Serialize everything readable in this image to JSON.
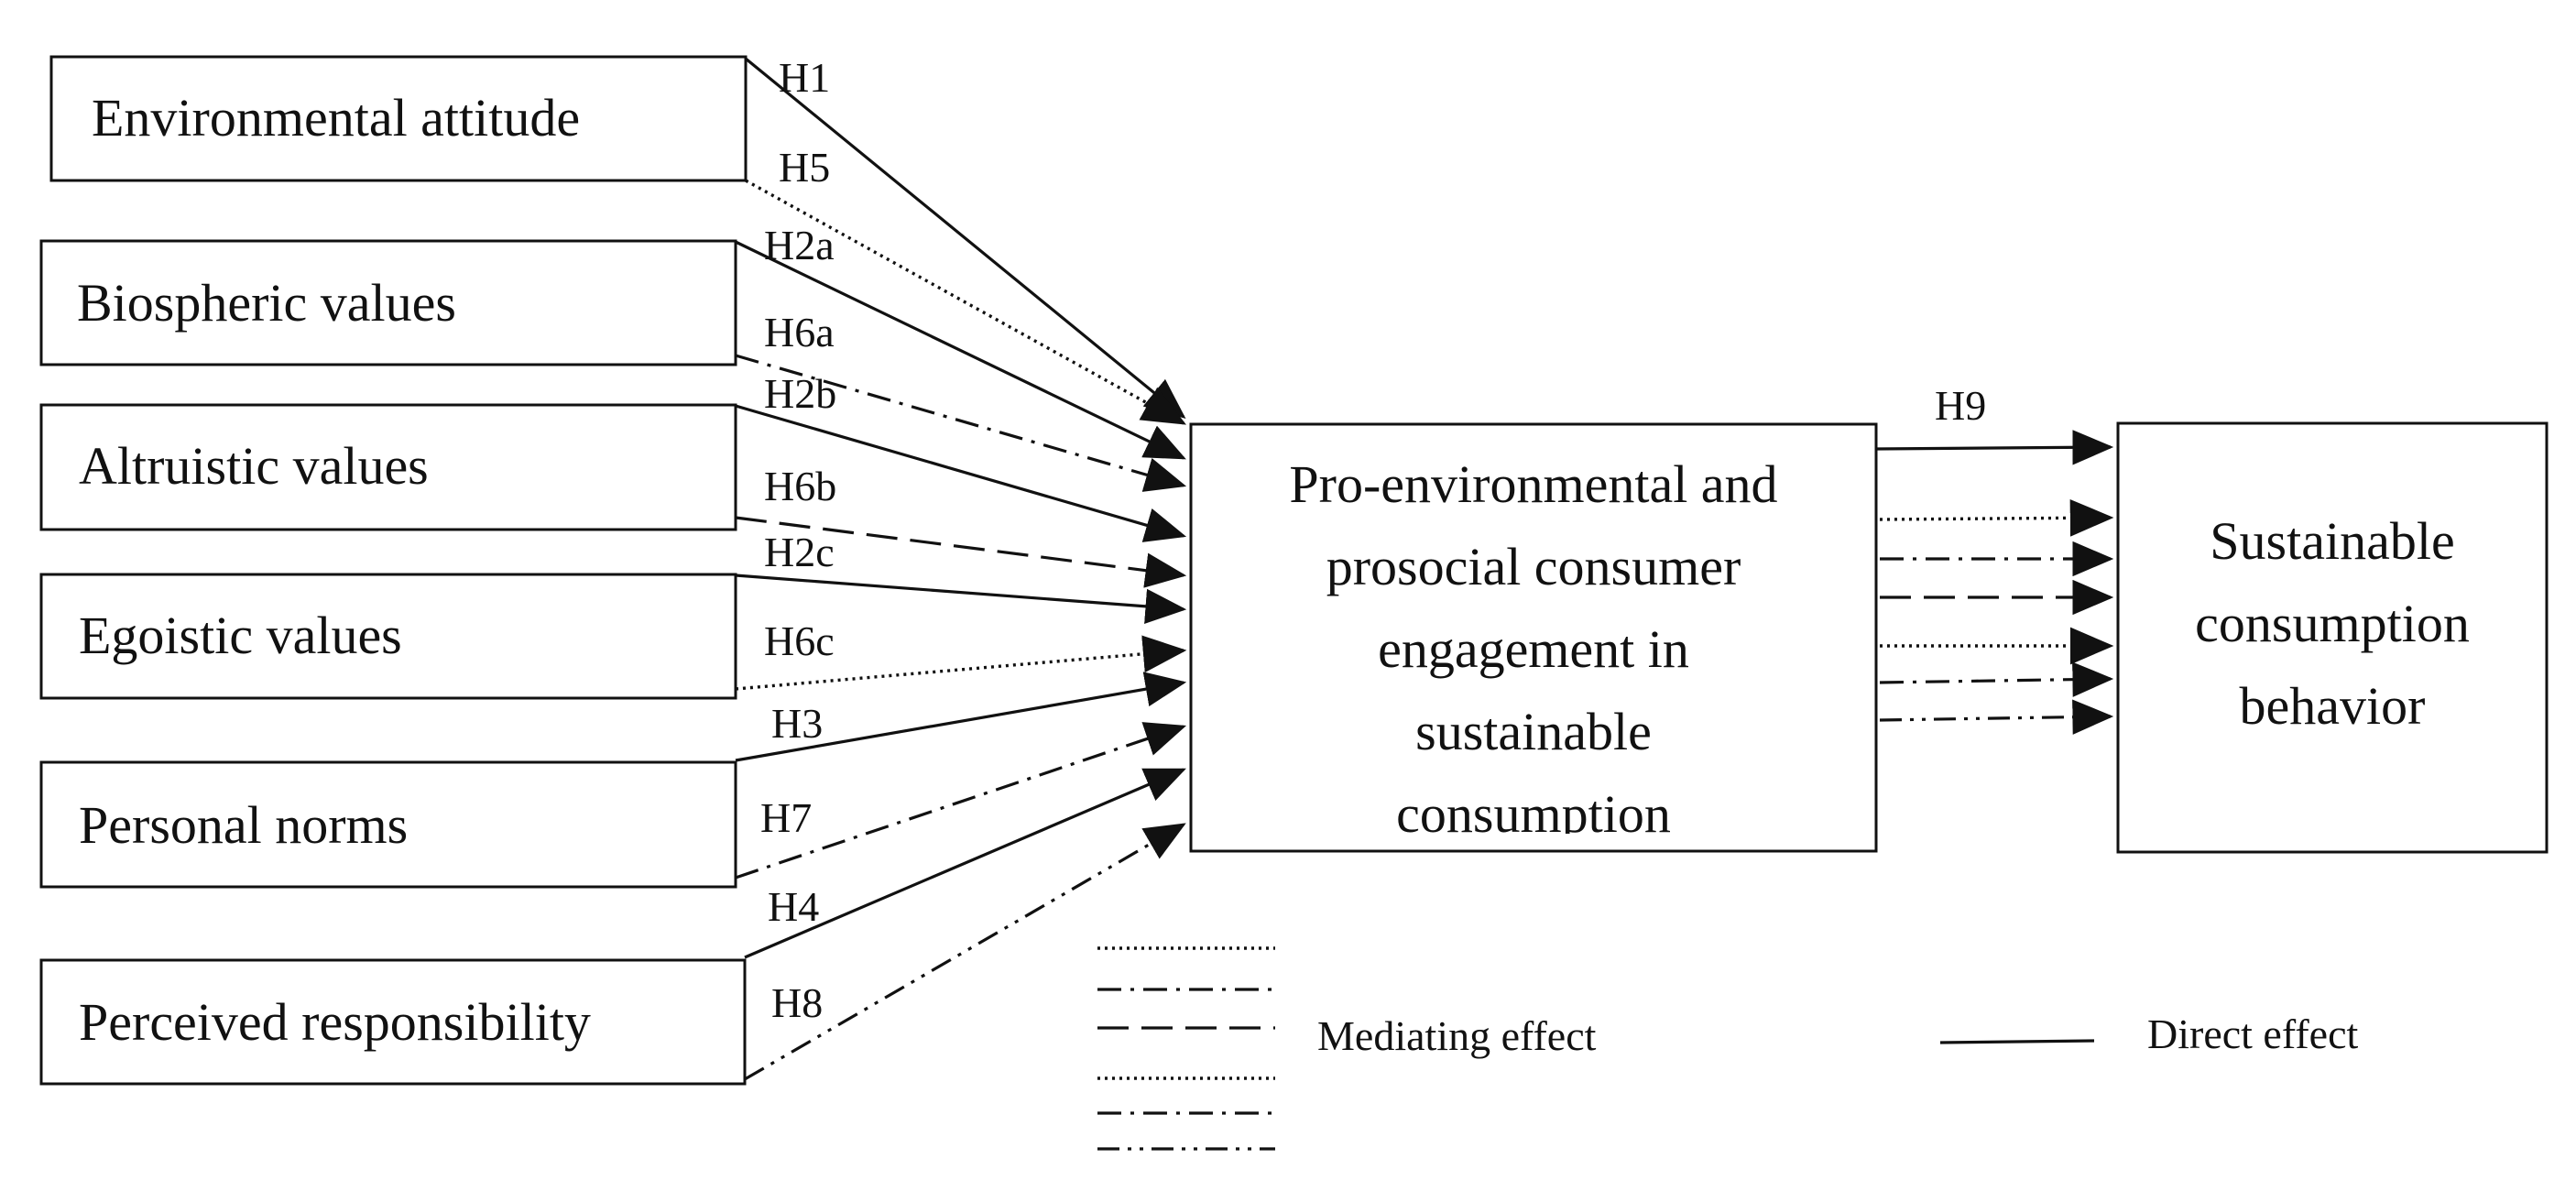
{
  "constructs": {
    "environmental_attitude": "Environmental attitude",
    "biospheric_values": "Biospheric values",
    "altruistic_values": "Altruistic values",
    "egoistic_values": "Egoistic values",
    "personal_norms": "Personal norms",
    "perceived_responsibility": "Perceived responsibility",
    "mediator_lines": [
      "Pro-environmental and",
      "prosocial consumer",
      "engagement in",
      "sustainable",
      "consumption"
    ],
    "outcome_lines": [
      "Sustainable",
      "consumption",
      "behavior"
    ]
  },
  "hypotheses": {
    "h1": "H1",
    "h5": "H5",
    "h2a": "H2a",
    "h6a": "H6a",
    "h2b": "H2b",
    "h6b": "H6b",
    "h2c": "H2c",
    "h6c": "H6c",
    "h3": "H3",
    "h7": "H7",
    "h4": "H4",
    "h8": "H8",
    "h9": "H9"
  },
  "legend": {
    "mediating_effect": "Mediating effect",
    "direct_effect": "Direct effect"
  },
  "colors": {
    "ink": "#111111",
    "background": "#ffffff"
  }
}
